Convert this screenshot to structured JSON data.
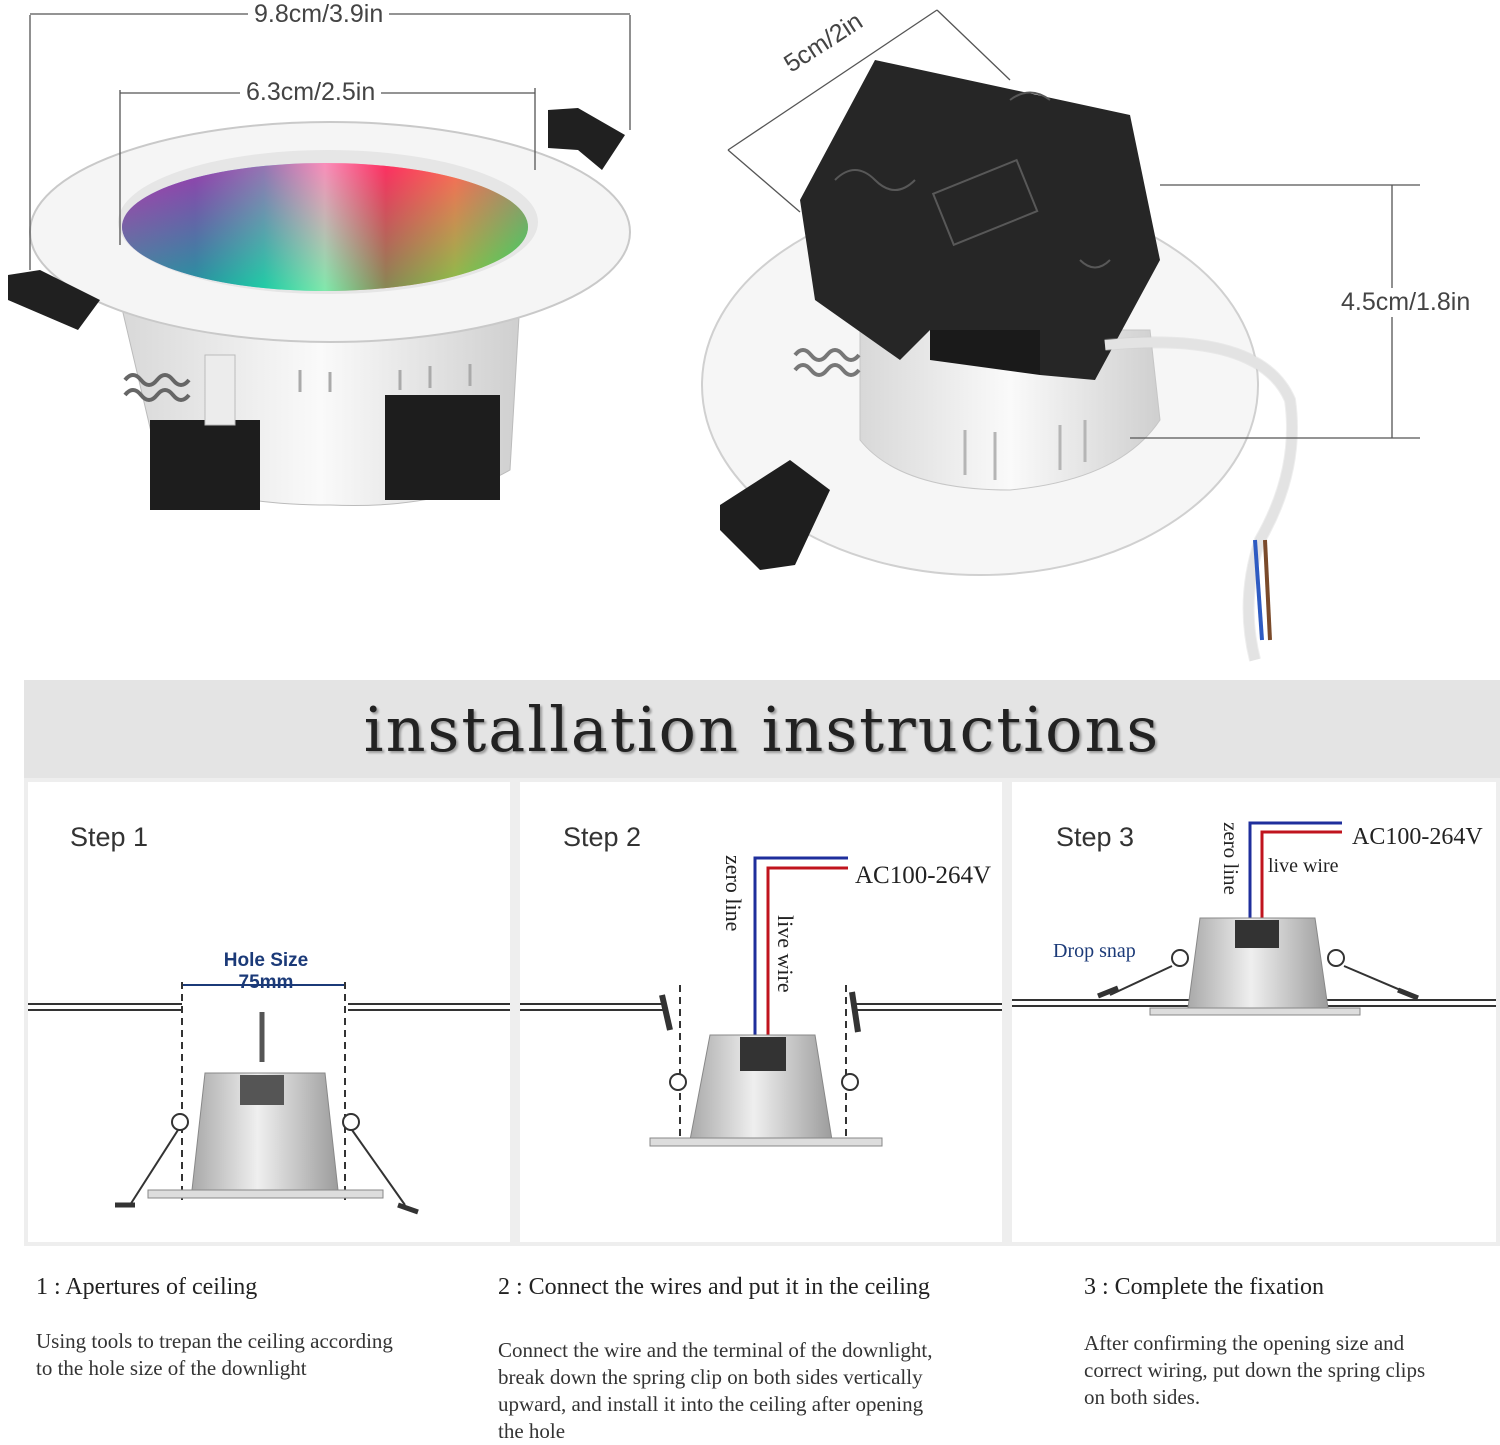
{
  "dimensions": {
    "outer_diameter": "9.8cm/3.9in",
    "cutout_diameter": "6.3cm/2.5in",
    "box_width": "5cm/2in",
    "height": "4.5cm/1.8in"
  },
  "banner": {
    "title": "installation instructions"
  },
  "steps": [
    {
      "label": "Step 1",
      "hole_size_label": "Hole Size",
      "hole_size_value": "75mm"
    },
    {
      "label": "Step 2",
      "voltage": "AC100-264V",
      "zero_line": "zero line",
      "live_wire": "live wire"
    },
    {
      "label": "Step 3",
      "voltage": "AC100-264V",
      "zero_line": "zero line",
      "live_wire": "live wire",
      "drop_snap": "Drop snap"
    }
  ],
  "captions": [
    {
      "title": "1 : Apertures of ceiling",
      "lines": [
        "Using  tools to trepan the ceiling according",
        "to the hole size of the downlight"
      ]
    },
    {
      "title": "2 : Connect the wires and put it in  the ceiling",
      "lines": [
        "Connect the wire and the terminal of the downlight,",
        "break down the  spring clip on both sides vertically",
        "upward, and install it into the ceiling after opening",
        "the hole"
      ]
    },
    {
      "title": "3 : Complete the fixation",
      "lines": [
        "After confirming the opening size and",
        "correct wiring, put down the spring clips",
        "on both sides."
      ]
    }
  ],
  "colors": {
    "zero_line": "#1f2f9c",
    "live_wire": "#c0141e",
    "label_blue": "#1b3a78"
  }
}
